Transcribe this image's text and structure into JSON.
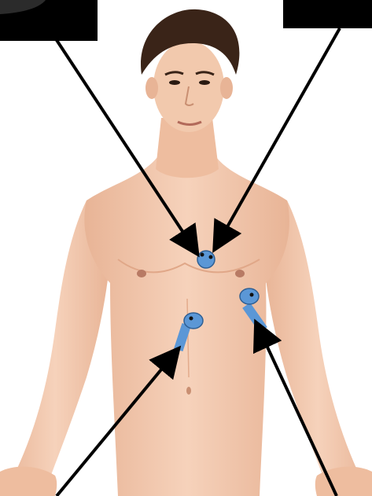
{
  "figure": {
    "description_labels": {
      "top_left_box": "",
      "top_right_box": ""
    },
    "colors": {
      "background": "#ffffff",
      "skin": "#f2c9ad",
      "skin_shadow": "#e3ab8c",
      "hair": "#3a2418",
      "electrode": "#5b97d6",
      "electrode_dark": "#2f5f93",
      "arrow": "#000000",
      "label_box": "#000000"
    },
    "icons": [
      "torso-figure",
      "electrode-sensor",
      "pointer-arrow"
    ]
  }
}
